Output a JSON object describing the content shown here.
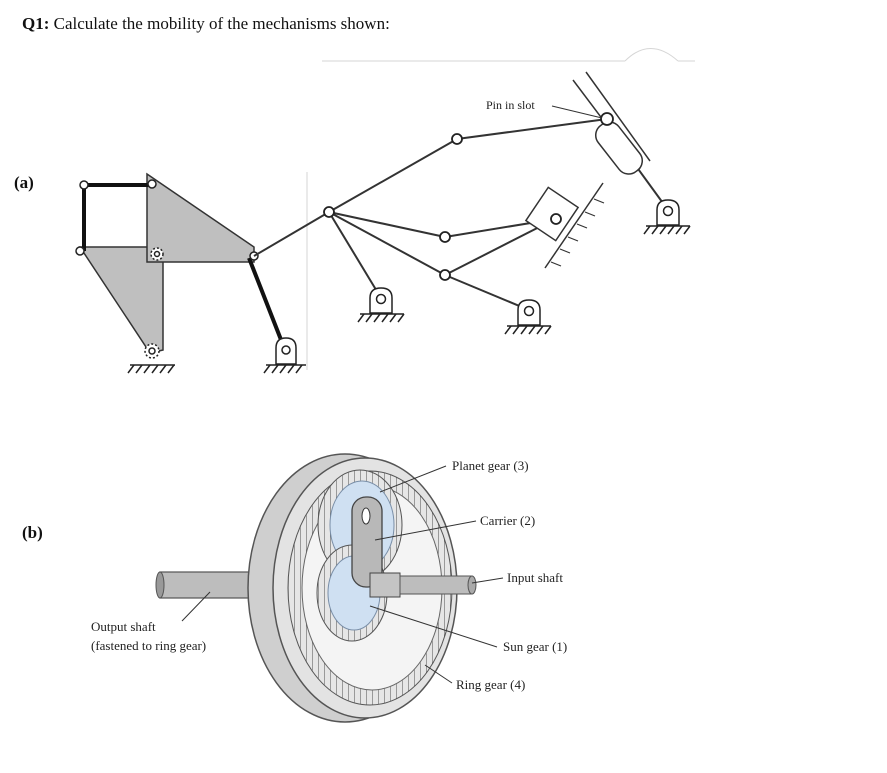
{
  "question": {
    "number": "Q1:",
    "text": " Calculate the mobility of the mechanisms shown:"
  },
  "part_a": {
    "label": "(a)",
    "callouts": {
      "pin_in_slot": "Pin in slot"
    }
  },
  "part_b": {
    "label": "(b)",
    "callouts": {
      "planet_gear": "Planet gear (3)",
      "carrier": "Carrier (2)",
      "input_shaft": "Input shaft",
      "sun_gear": "Sun gear (1)",
      "ring_gear": "Ring gear (4)",
      "output_shaft_line1": "Output shaft",
      "output_shaft_line2": "(fastened to ring gear)"
    }
  }
}
